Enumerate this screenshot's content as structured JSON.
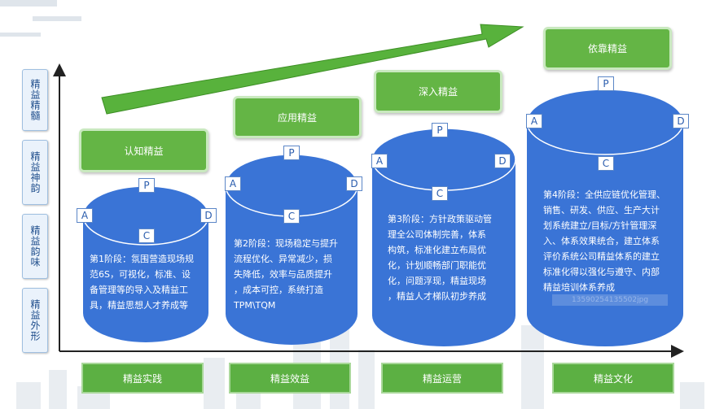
{
  "side_labels": [
    "精益精髓",
    "精益神韵",
    "精益韵味",
    "精益外形"
  ],
  "stages": [
    {
      "title": "认知精益",
      "lines": [
        "第1阶段：氛围营造现场规",
        "范6S，可视化，标准、设",
        "备管理等的导入及精益工",
        "具，精益思想人才养成等"
      ],
      "bottom": "精益实践"
    },
    {
      "title": "应用精益",
      "lines": [
        "第2阶段：现场稳定与提升",
        "流程优化、异常减少，损",
        "失降低，效率与品质提升",
        "，成本可控，系统打造",
        "TPM\\TQM"
      ],
      "bottom": "精益效益"
    },
    {
      "title": "深入精益",
      "lines": [
        "第3阶段：方针政策驱动管",
        "理全公司体制完善，体系",
        "构筑，标准化建立布局优",
        "化，计划顺畅部门职能优",
        "化，问题浮现，精益现场",
        "，精益人才梯队初步养成"
      ],
      "bottom": "精益运营"
    },
    {
      "title": "依靠精益",
      "lines": [
        "第4阶段：全供应链优化管理、",
        "销售、研发、供应、生产大计",
        "划系统建立/目标/方针管理深",
        "入、体系效果统合，建立体系",
        "评价系统公司精益体系的建立",
        "标准化得以强化与遵守、内部",
        "精益培训体系养成"
      ],
      "bottom": "精益文化"
    }
  ],
  "pdca": {
    "p": "P",
    "a": "A",
    "d": "D",
    "c": "C"
  },
  "stamp_text": "13590254135502jpg",
  "colors": {
    "cylinder": "#3a74d6",
    "green": "#64b545",
    "arrow": "#58b23c"
  }
}
